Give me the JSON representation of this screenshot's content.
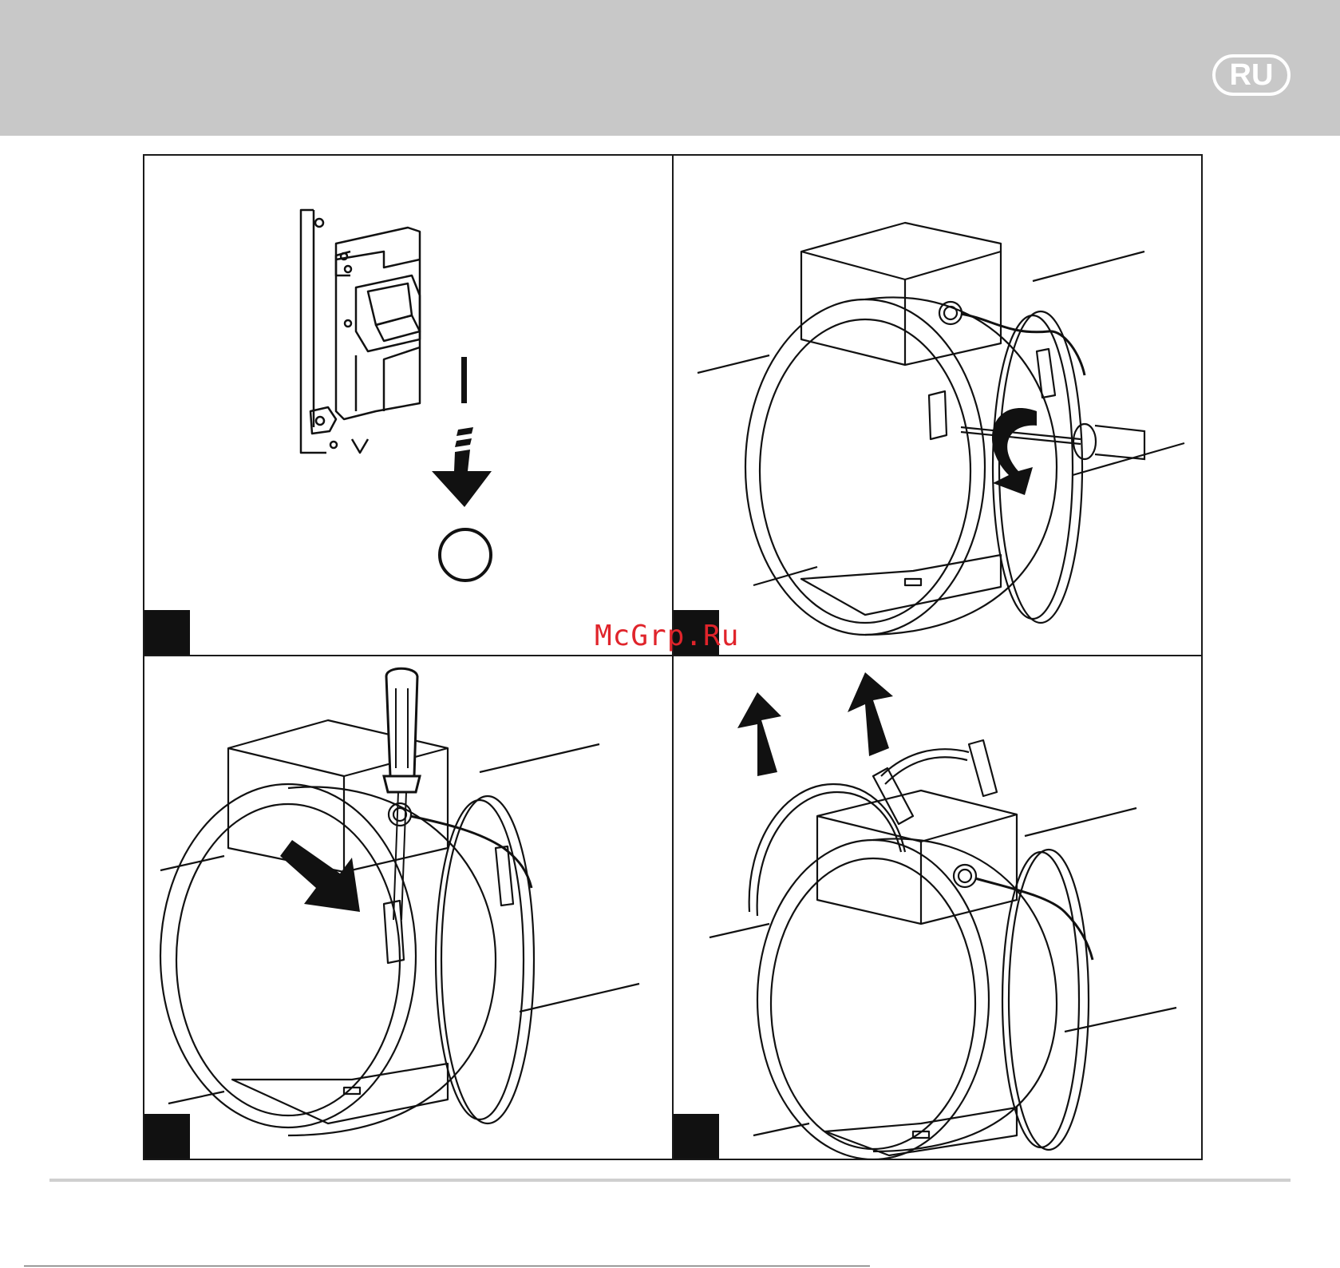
{
  "header": {
    "language_badge": "RU"
  },
  "panel1": {
    "switch_on_symbol": "I",
    "switch_off_symbol": "O"
  },
  "watermark": {
    "text": "McGrp.Ru",
    "color": "#e0242b"
  },
  "colors": {
    "band": "#c8c8c8",
    "ink": "#111111"
  },
  "icons": [
    "circuit-breaker-icon",
    "arrow-down-icon",
    "fan-icon",
    "screwdriver-icon",
    "rotate-arrow-icon",
    "arrow-up-icon"
  ]
}
